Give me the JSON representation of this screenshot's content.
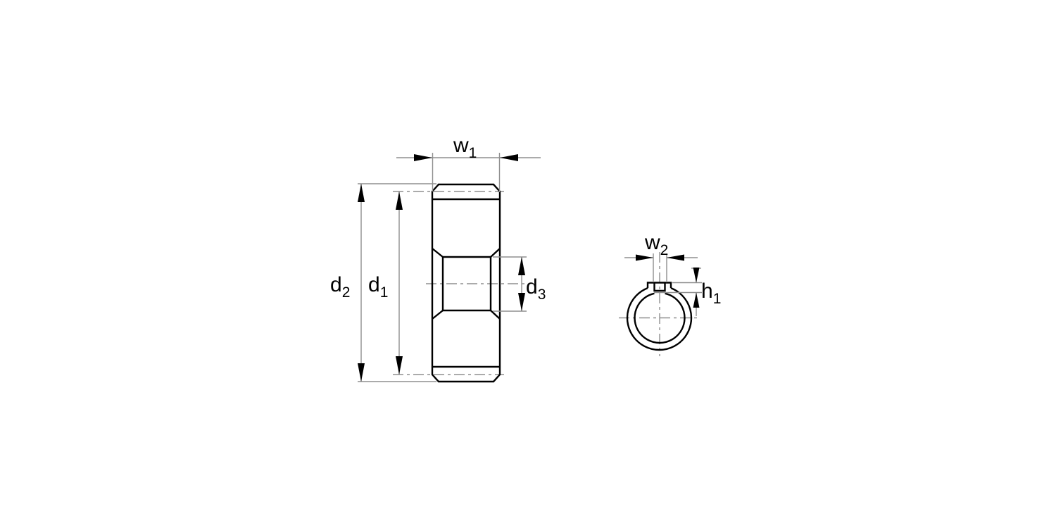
{
  "drawing": {
    "kind": "technical-dimension-drawing",
    "views": {
      "side_view": "gear-side-section-view",
      "end_view": "bore-end-view-with-keyway"
    },
    "dimension_labels": {
      "w1": {
        "base": "w",
        "sub": "1"
      },
      "d1": {
        "base": "d",
        "sub": "1"
      },
      "d2": {
        "base": "d",
        "sub": "2"
      },
      "d3": {
        "base": "d",
        "sub": "3"
      },
      "w2": {
        "base": "w",
        "sub": "2"
      },
      "h1": {
        "base": "h",
        "sub": "1"
      }
    },
    "colors": {
      "outline": "#000000",
      "dimension_lines": "#8f8f8f",
      "text": "#000000",
      "background": "#ffffff"
    }
  }
}
